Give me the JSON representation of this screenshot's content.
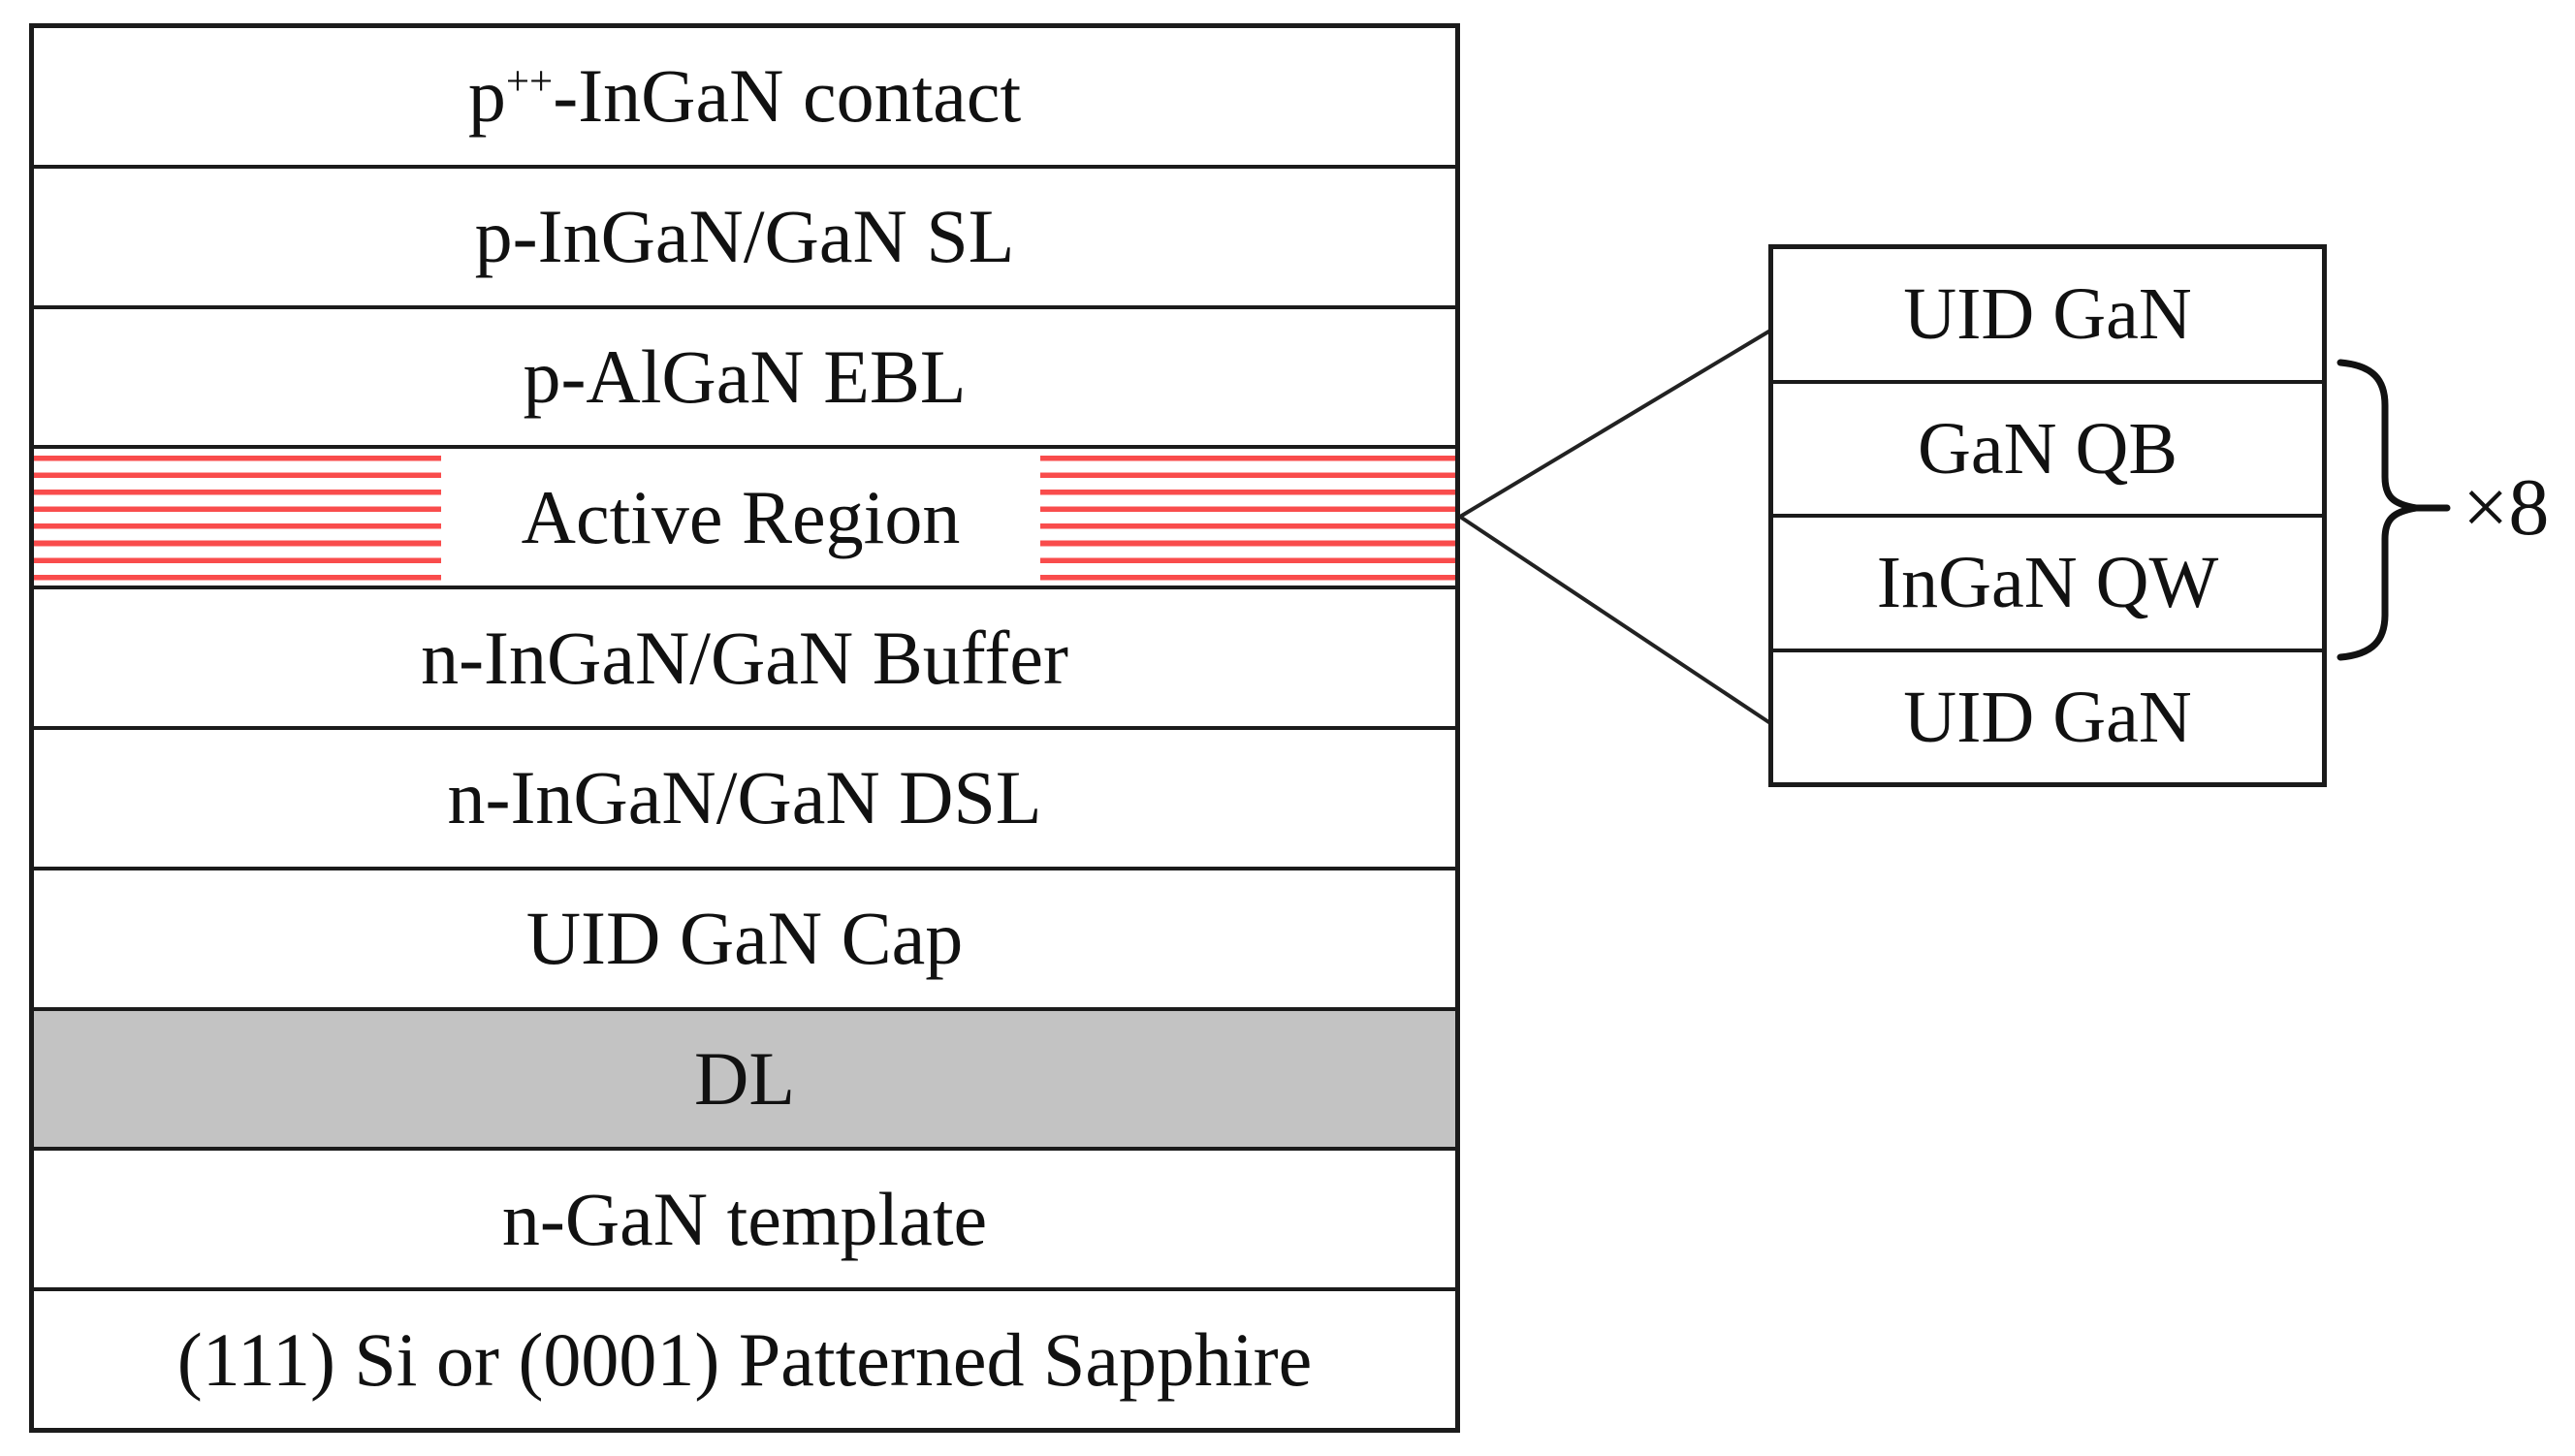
{
  "figure": {
    "description": "LED epitaxial layer structure diagram with zoomed multi-quantum-well detail"
  },
  "main_stack": {
    "layers": [
      {
        "prefix": "p",
        "sup": "++",
        "suffix": "-InGaN contact"
      },
      {
        "label": "p-InGaN/GaN SL"
      },
      {
        "label": "p-AlGaN EBL"
      },
      {
        "label": "Active Region",
        "hatched": true
      },
      {
        "label": "n-InGaN/GaN Buffer"
      },
      {
        "label": "n-InGaN/GaN DSL"
      },
      {
        "label": "UID GaN Cap"
      },
      {
        "label": "DL",
        "fill": "gray"
      },
      {
        "label": "n-GaN template"
      },
      {
        "label": "(111) Si or (0001) Patterned Sapphire"
      }
    ]
  },
  "detail_stack": {
    "layers": [
      {
        "label": "UID GaN"
      },
      {
        "label": "GaN QB"
      },
      {
        "label": "InGaN QW"
      },
      {
        "label": "UID GaN"
      }
    ],
    "repeat_label": "×8"
  },
  "colors": {
    "hatch_red": "#f94c4c",
    "dl_gray": "#c3c3c3",
    "line": "#1b1b1b"
  }
}
